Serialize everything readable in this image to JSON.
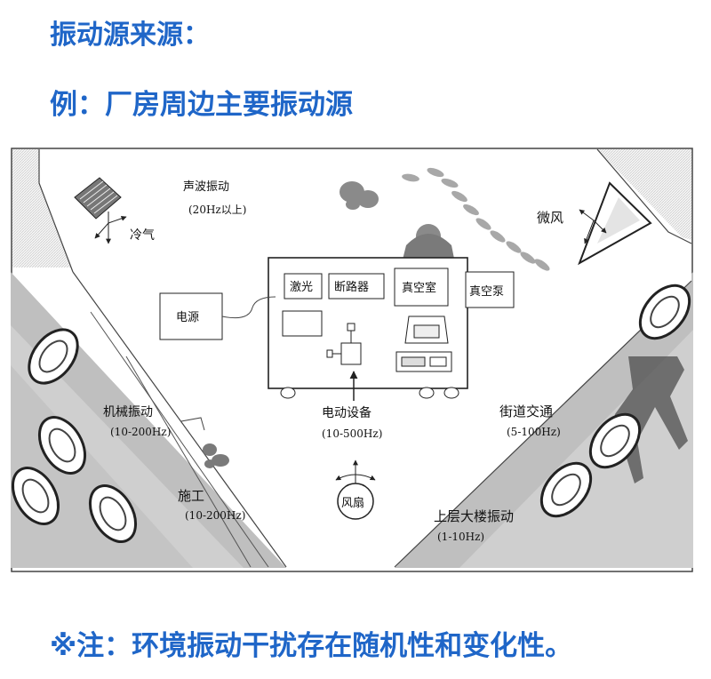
{
  "header": {
    "title": "振动源来源：",
    "subtitle": "例：厂房周边主要振动源"
  },
  "note": "※注：环境振动干扰存在随机性和变化性。",
  "diagram": {
    "sound": {
      "label": "声波振动",
      "range": "(20Hz以上)"
    },
    "cold_air": "冷气",
    "breeze": "微风",
    "laser": "激光",
    "breaker": "断路器",
    "vacuum_chamber": "真空室",
    "vacuum_pump": "真空泵",
    "power_supply": "电源",
    "machine": {
      "label": "机械振动",
      "range": "(10-200Hz)"
    },
    "construction": {
      "label": "施工",
      "range": "(10-200Hz)"
    },
    "motor": {
      "label": "电动设备",
      "range": "(10-500Hz)"
    },
    "fan": "风扇",
    "traffic": {
      "label": "街道交通",
      "range": "(5-100Hz)"
    },
    "upper_floor": {
      "label": "上层大楼振动",
      "range": "(1-10Hz)"
    }
  }
}
